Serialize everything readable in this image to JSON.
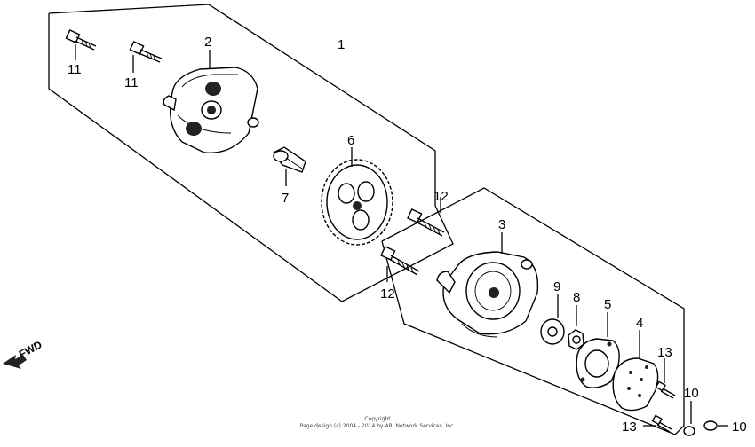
{
  "diagram": {
    "callouts": {
      "c1": "1",
      "c2": "2",
      "c3": "3",
      "c4": "4",
      "c5": "5",
      "c6": "6",
      "c7": "7",
      "c8": "8",
      "c9": "9",
      "c10a": "10",
      "c10b": "10",
      "c11a": "11",
      "c11b": "11",
      "c12a": "12",
      "c12b": "12",
      "c13a": "13",
      "c13b": "13"
    },
    "fwd_label": "FWD",
    "copyright_line1": "Copyright",
    "copyright_line2": "Page design (c) 2004 - 2014 by ARI Network Services, Inc."
  }
}
